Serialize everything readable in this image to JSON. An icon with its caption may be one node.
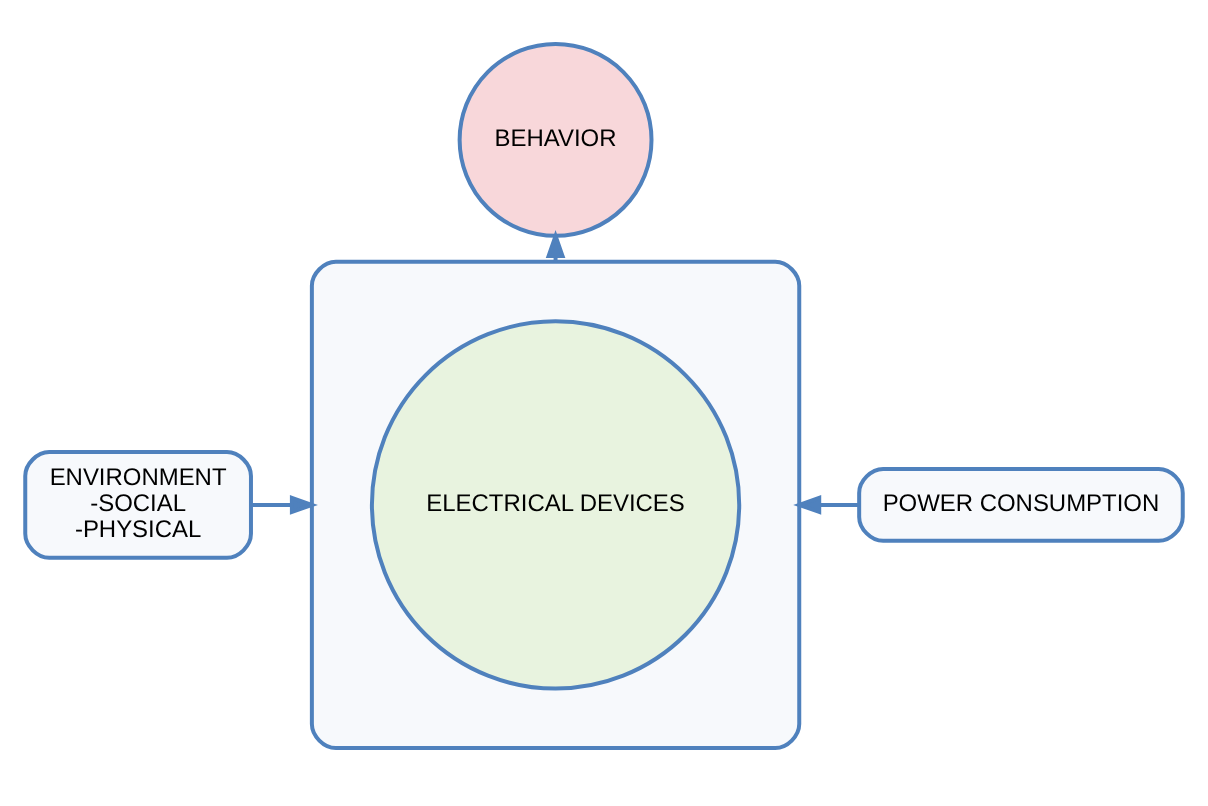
{
  "diagram": {
    "nodes": [
      {
        "text": [
          "BEHAVIOR"
        ]
      },
      {
        "text": [],
        "shape": "box"
      },
      {
        "text": [
          "ELECTRICAL DEVICES"
        ],
        "in": 1
      },
      {
        "text": [
          "ENVIRONMENT",
          "-SOCIAL",
          "-PHYSICAL"
        ]
      },
      {
        "text": [
          "POWER CONSUMPTION"
        ]
      }
    ],
    "edges": [
      {
        "from": 1,
        "to": 0,
        "arrow": "to"
      },
      {
        "from": 3,
        "to": 1,
        "arrow": "to"
      },
      {
        "from": 4,
        "to": 1,
        "arrow": "to"
      }
    ]
  }
}
